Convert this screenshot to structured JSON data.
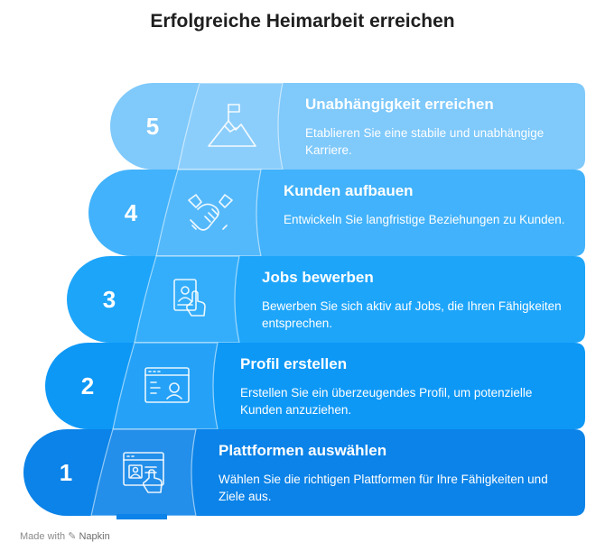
{
  "title": "Erfolgreiche Heimarbeit erreichen",
  "steps": [
    {
      "number": "5",
      "title": "Unabhängigkeit erreichen",
      "description": "Etablieren Sie eine stabile und unabhängige Karriere.",
      "icon": "mountain-flag-icon",
      "color": "#7fc9fb"
    },
    {
      "number": "4",
      "title": "Kunden aufbauen",
      "description": "Entwickeln Sie langfristige Beziehungen zu Kunden.",
      "icon": "handshake-icon",
      "color": "#41b2fb"
    },
    {
      "number": "3",
      "title": "Jobs bewerben",
      "description": "Bewerben Sie sich aktiv auf Jobs, die Ihren Fähigkeiten entsprechen.",
      "icon": "touch-profile-card-icon",
      "color": "#1da5fa"
    },
    {
      "number": "2",
      "title": "Profil erstellen",
      "description": "Erstellen Sie ein überzeugendes Profil, um potenzielle Kunden anzuziehen.",
      "icon": "profile-browser-icon",
      "color": "#0d98f6"
    },
    {
      "number": "1",
      "title": "Plattformen auswählen",
      "description": "Wählen Sie die richtigen Plattformen für Ihre Fähigkeiten und Ziele aus.",
      "icon": "platform-select-icon",
      "color": "#0b83e8"
    }
  ],
  "footer": {
    "made_with": "Made with",
    "brand": "Napkin"
  }
}
